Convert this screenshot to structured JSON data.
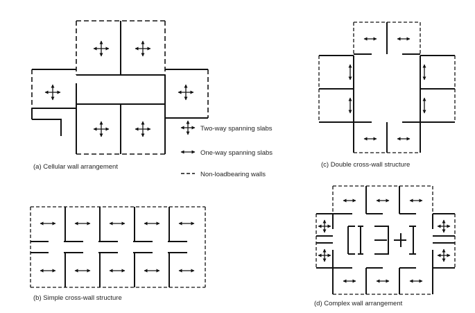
{
  "captions": {
    "a": "(a)  Cellular wall arrangement",
    "b": "(b)  Simple cross-wall structure",
    "c": "(c)  Double cross-wall structure",
    "d": "(d)  Complex wall arrangement"
  },
  "legend": {
    "two_way": "Two-way spanning slabs",
    "one_way": "One-way spanning slabs",
    "non_load": "Non-loadbearing walls"
  },
  "colors": {
    "wall": "#111111",
    "background": "#ffffff"
  }
}
